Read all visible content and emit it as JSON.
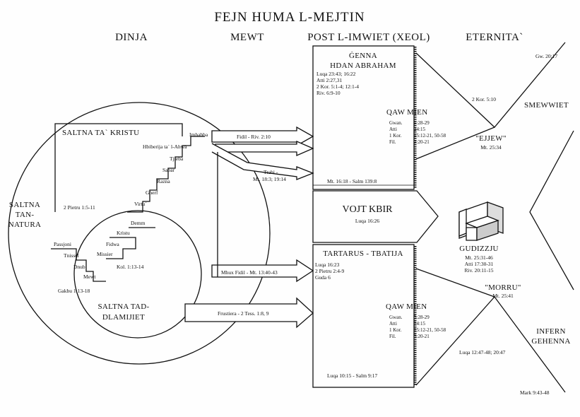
{
  "title": "FEJN HUMA L-MEJTIN",
  "columns": {
    "dinja": "DINJA",
    "mewt": "MEWT",
    "post": "POST L-IMWIET (XEOL)",
    "eternita": "ETERNITA`"
  },
  "circle": {
    "saltna_tan_natura": [
      "SALTNA",
      "TAN-",
      "NATURA"
    ],
    "saltna_ta_kristu": "SALTNA TA` KRISTU",
    "saltna_tad_dlamijiet": [
      "SALTNA TAD-",
      "DLAMIJIET"
    ],
    "pietru_ref": "2 Pietru 1:5-11",
    "kol_ref": "Kol. 1:13-14",
    "gakbu_ref": "Gakbu 1:13-18",
    "stairs_up": [
      "Imhabba",
      "Hbiberija ta` l-Ahwa",
      "Tjieba",
      "Sabar",
      "Razna",
      "Gherf",
      "Virtu`"
    ],
    "stairs_down": [
      "Demm",
      "Kristu",
      "Fidwa",
      "Missier"
    ],
    "stairs_sin": [
      "Passjoni",
      "Tnissel",
      "Dnub",
      "Mewt"
    ]
  },
  "arrows": {
    "fidil": "Fidil - Riv. 2:10",
    "trabi": [
      "Trabi -",
      "Mt. 18:3; 19:14"
    ],
    "mhux_fidil": "Mhux Fidil - Mt. 13:40-43",
    "frustiera": "Frustiera - 2 Tess. 1:8, 9"
  },
  "upper_box": {
    "title": [
      "ĠENNA",
      "HDAN ABRAHAM"
    ],
    "refs": [
      "Luqa 23:43; 16:22",
      "Atti 2:27,31",
      "2 Kor. 5:1-4; 12:1-4",
      "Riv. 6:9-10"
    ],
    "qawmien": "QAW MIEN",
    "qaw_refs_left": [
      "Gwan.",
      "Atti",
      "1 Kor.",
      "Fil."
    ],
    "qaw_refs_right": [
      "5:28-29",
      "24:15",
      "15:12-21, 50-58",
      "3:20-21"
    ],
    "footer": "Mt. 16:18 - Salm 139:8"
  },
  "vojt": {
    "label": "VOJT KBIR",
    "ref": "Luqa 16:26"
  },
  "lower_box": {
    "title": "TARTARUS - TBATIJA",
    "refs": [
      "Luqa 16:23",
      "2 Pietru 2:4-9",
      "Guda 6"
    ],
    "qawmien": "QAW MIEN",
    "qaw_refs_left": [
      "Gwan.",
      "Atti",
      "1 Kor.",
      "Fil."
    ],
    "qaw_refs_right": [
      "5:28-29",
      "24:15",
      "15:12-21, 50-58",
      "3:20-21"
    ],
    "footer": "Luqa 10:15 - Salm 9:17"
  },
  "eternity": {
    "gw_ref": "Gw. 20:17",
    "kor_ref": "2 Kor. 5:10",
    "smewwiet": "SMEWWIET",
    "ejjew": "\"EJJEW\"",
    "ejjew_ref": "Mt. 25:34",
    "gudizzju": "GUDIZZJU",
    "gudizzju_refs": [
      "Mt. 25:31-46",
      "Atti 17:30-31",
      "Riv. 20:11-15"
    ],
    "morru": "\"MORRU\"",
    "morru_ref": "Mt. 25:41",
    "infern": [
      "INFERN",
      "GEHENNA"
    ],
    "luqa_ref": "Luqa 12:47-48; 20:47",
    "mark_ref": "Mark 9:43-48"
  }
}
